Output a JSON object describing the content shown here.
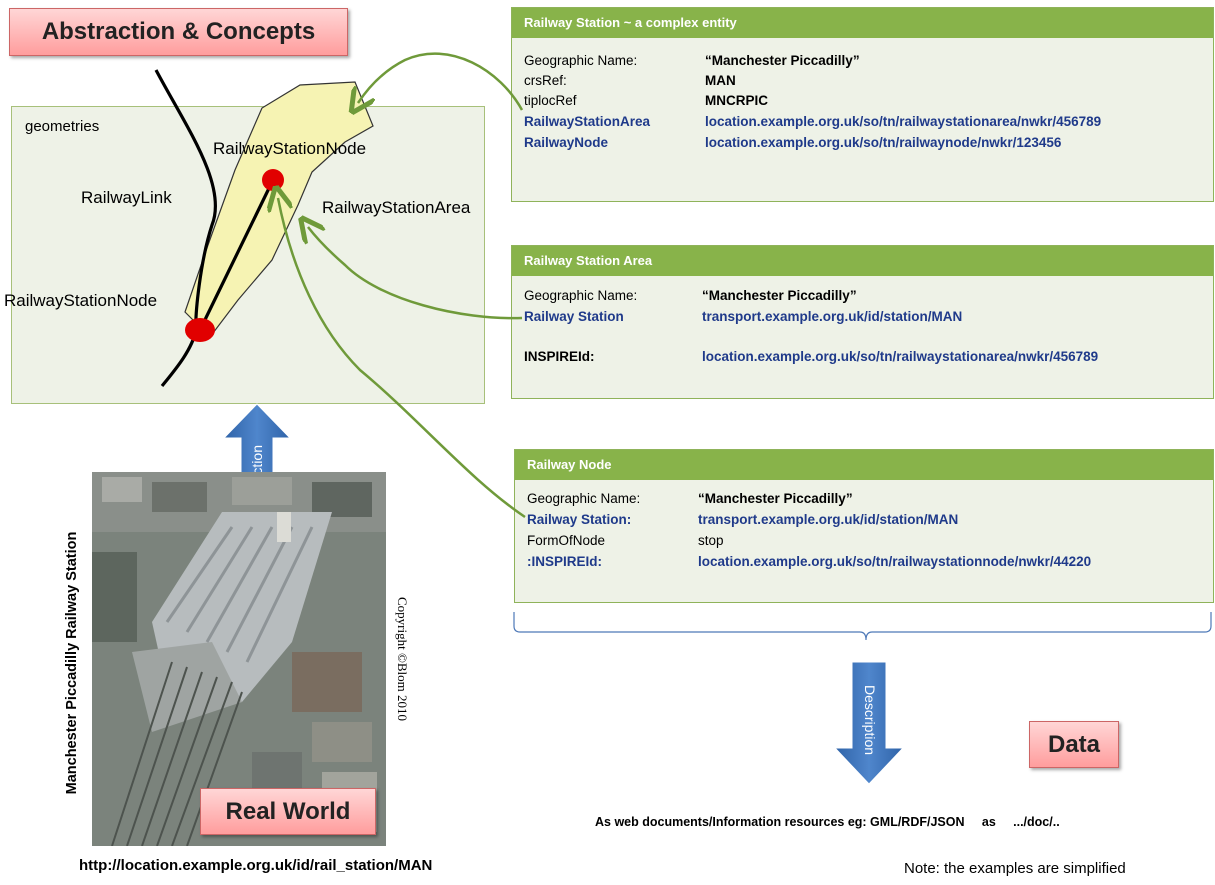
{
  "concepts_title": "Abstraction & Concepts",
  "geometries": {
    "label": "geometries",
    "node_top": "RailwayStationNode",
    "link": "RailwayLink",
    "area": "RailwayStationArea",
    "node_bottom": "RailwayStationNode"
  },
  "abstraction_arrow": "Abstraction",
  "description_arrow": "Description",
  "photo": {
    "side_title": "Manchester Piccadilly Railway Station",
    "copyright": "Copyright ©Blom 2010",
    "real_world": "Real World"
  },
  "url_bottom": "http://location.example.org.uk/id/rail_station/MAN",
  "note": "Note: the examples are simplified",
  "data_label": "Data",
  "web_docs": "As web documents/Information resources eg: GML/RDF/JSON     as     .../doc/..",
  "cards": {
    "station": {
      "title": "Railway Station ~ a complex entity",
      "rows": [
        {
          "label": "Geographic Name:",
          "value": "“Manchester Piccadilly”"
        },
        {
          "label": "crsRef:",
          "value": "MAN"
        },
        {
          "label": "tiplocRef",
          "value": "MNCRPIC"
        },
        {
          "label": "RailwayStationArea",
          "value": "location.example.org.uk/so/tn/railwaystationarea/nwkr/456789"
        },
        {
          "label": "RailwayNode",
          "value": "location.example.org.uk/so/tn/railwaynode/nwkr/123456"
        }
      ]
    },
    "area": {
      "title": "Railway Station Area",
      "rows": [
        {
          "label": "Geographic Name:",
          "value": "“Manchester Piccadilly”"
        },
        {
          "label": "Railway Station",
          "value": "transport.example.org.uk/id/station/MAN"
        },
        {
          "label": "INSPIREId:",
          "value": "location.example.org.uk/so/tn/railwaystationarea/nwkr/456789"
        }
      ]
    },
    "node": {
      "title": "Railway Node",
      "rows": [
        {
          "label": "Geographic Name:",
          "value": "“Manchester Piccadilly”"
        },
        {
          "label": "Railway Station:",
          "value": "transport.example.org.uk/id/station/MAN"
        },
        {
          "label": "FormOfNode",
          "value": "stop"
        },
        {
          "label": ":INSPIREId:",
          "value": "location.example.org.uk/so/tn/railwaystationnode/nwkr/44220"
        }
      ]
    }
  }
}
